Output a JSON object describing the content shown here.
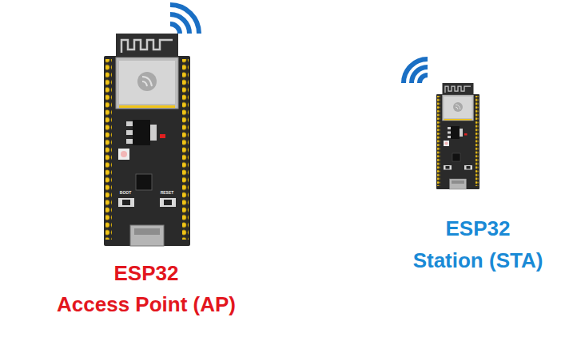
{
  "diagram": {
    "labels": [
      "ESP32",
      "Access Point (AP)",
      "ESP32",
      "Station (STA)",
      "BOOT",
      "RESET"
    ]
  }
}
